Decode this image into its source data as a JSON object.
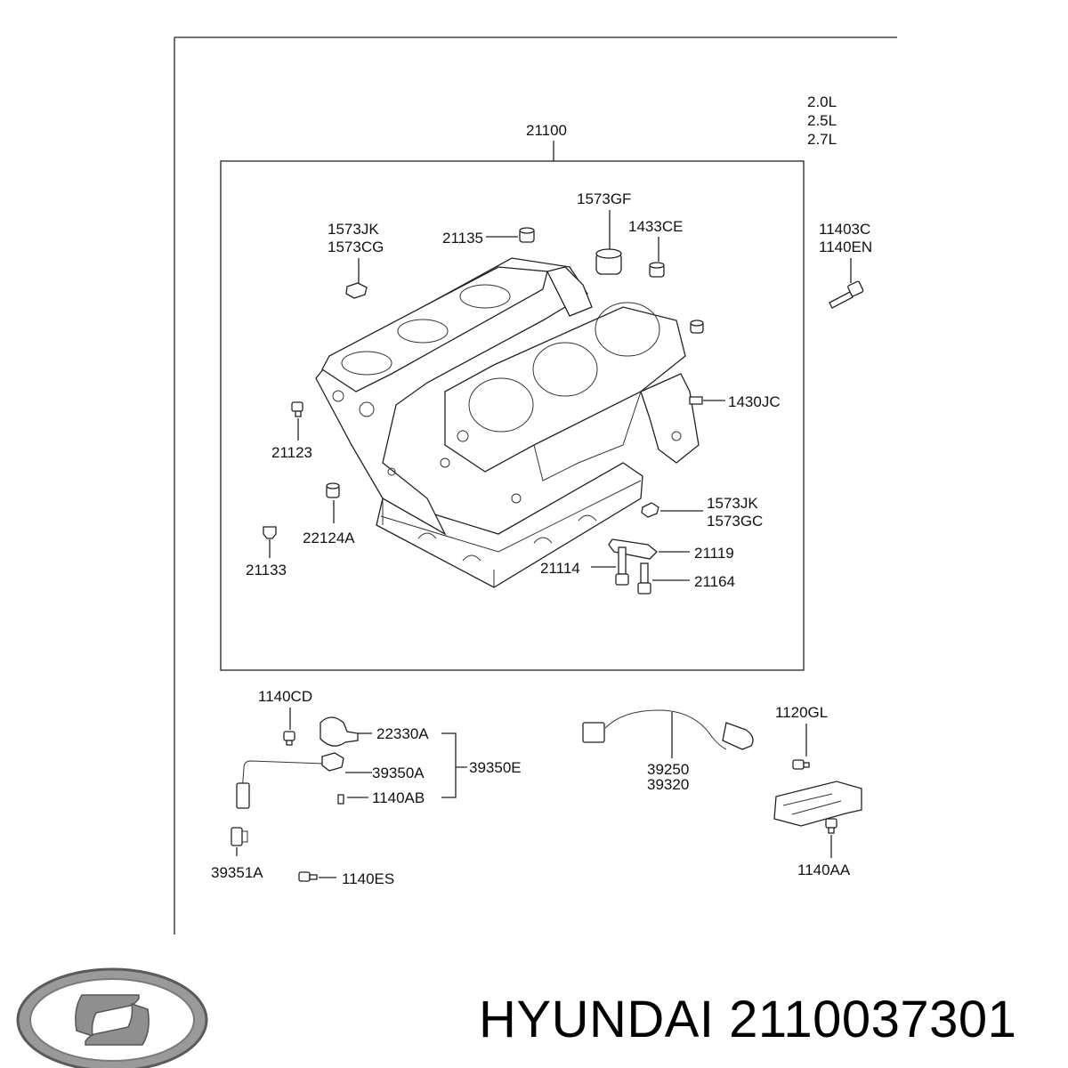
{
  "engine_variants": [
    "2.0L",
    "2.5L",
    "2.7L"
  ],
  "labels": {
    "block": "21100",
    "gf": "1573GF",
    "jk1": "1573JK",
    "cg": "1573CG",
    "p21135": "21135",
    "ce": "1433CE",
    "c11403": "11403C",
    "en1140": "1140EN",
    "jc1430": "1430JC",
    "p21123": "21123",
    "jk2": "1573JK",
    "gc": "1573GC",
    "p22124A": "22124A",
    "p21133": "21133",
    "p21119": "21119",
    "p21114": "21114",
    "p21164": "21164",
    "cd1140": "1140CD",
    "p22330A": "22330A",
    "p39350A": "39350A",
    "p39350E": "39350E",
    "ab1140": "1140AB",
    "p39351A": "39351A",
    "es1140": "1140ES",
    "p39250": "39250",
    "p39320": "39320",
    "gl1120": "1120GL",
    "aa1140": "1140AA"
  },
  "brand": {
    "name": "HYUNDAI",
    "part_number": "2110037301"
  }
}
